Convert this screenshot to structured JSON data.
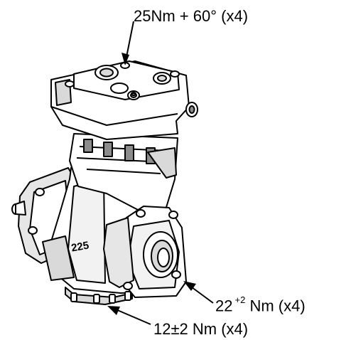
{
  "diagram": {
    "subject": "air-compressor-assembly",
    "body_marking": "225",
    "callouts": {
      "top": {
        "text": "25Nm + 60° (x4)"
      },
      "right": {
        "value": "22",
        "superscript": "+2",
        "rest": "Nm (x4)"
      },
      "bottom": {
        "text": "12±2 Nm (x4)"
      }
    },
    "colors": {
      "ink": "#000000",
      "body": "#ffffff",
      "shade": "#d9d9d9",
      "dark": "#8c8c8c"
    }
  }
}
